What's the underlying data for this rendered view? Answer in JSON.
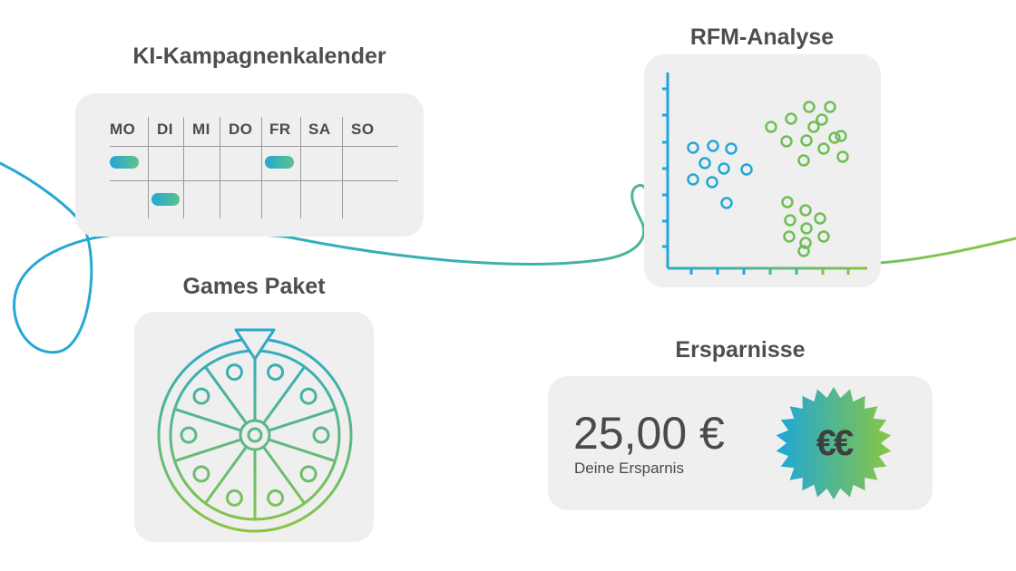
{
  "calendar": {
    "title": "KI-Kampagnenkalender",
    "days": [
      "MO",
      "DI",
      "MI",
      "DO",
      "FR",
      "SA",
      "SO"
    ]
  },
  "rfm": {
    "title": "RFM-Analyse"
  },
  "games": {
    "title": "Games Paket"
  },
  "savings": {
    "title": "Ersparnisse",
    "amount": "25,00 €",
    "label": "Deine Ersparnis",
    "badge_text": "€€"
  },
  "colors": {
    "accent_blue": "#22a7d6",
    "accent_green": "#78c043",
    "card_bg": "#efefef",
    "text": "#4e4e4e"
  },
  "icons": {
    "wheel": "wheel-of-fortune-icon",
    "badge": "euro-badge-icon"
  }
}
